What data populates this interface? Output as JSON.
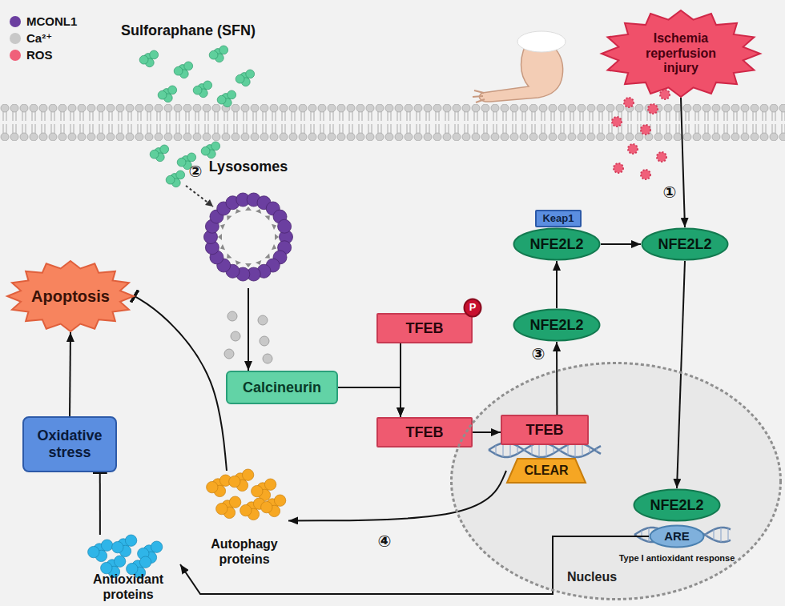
{
  "diagram": {
    "nodes": [
      {
        "text": [
          "Ischemia reperfusion injury"
        ]
      },
      {
        "text": [
          "Lysosomes"
        ]
      },
      {
        "text": [
          "Keap1"
        ]
      },
      {
        "text": [
          "NFE2L2"
        ]
      },
      {
        "text": [
          "NFE2L2"
        ]
      },
      {
        "text": [
          "Apoptosis"
        ]
      },
      {
        "text": [
          "TFEB"
        ]
      },
      {
        "text": [
          "P"
        ]
      },
      {
        "text": [
          "NFE2L2"
        ]
      },
      {
        "text": [
          "Calcineurin"
        ]
      },
      {
        "text": [
          "TFEB"
        ]
      },
      {
        "text": [
          "Oxidative stress"
        ]
      },
      {
        "text": [
          "Nucleus"
        ]
      },
      {
        "text": [
          "TFEB"
        ],
        "in": 12
      },
      {
        "text": [
          "CLEAR"
        ],
        "in": 12
      },
      {
        "text": [
          "NFE2L2"
        ],
        "in": 12
      },
      {
        "text": [
          "ARE"
        ],
        "in": 12
      },
      {
        "text": [
          "Autophagy proteins"
        ]
      },
      {
        "text": [
          "Antioxidant proteins"
        ]
      }
    ],
    "edges": [
      {
        "from": 1,
        "to": 9,
        "arrow": "to"
      },
      {
        "from": 9,
        "to": 10,
        "arrow": "to"
      },
      {
        "from": 6,
        "to": 10,
        "arrow": "to"
      },
      {
        "from": 10,
        "to": 13,
        "arrow": "to"
      },
      {
        "from": 13,
        "to": 8,
        "arrow": "to"
      },
      {
        "from": 8,
        "to": 3,
        "arrow": "to"
      },
      {
        "from": 3,
        "to": 4,
        "arrow": "to"
      },
      {
        "from": 0,
        "to": 4,
        "arrow": "to"
      },
      {
        "from": 4,
        "to": 15,
        "arrow": "to"
      },
      {
        "from": 16,
        "to": 18,
        "arrow": "to"
      },
      {
        "from": 14,
        "to": 17,
        "arrow": "to"
      },
      {
        "from": 17,
        "to": 5,
        "arrow": "to"
      },
      {
        "from": 18,
        "to": 11,
        "arrow": "to"
      },
      {
        "from": 11,
        "to": 5,
        "arrow": "to"
      }
    ],
    "labels": [
      "Sulforaphane (SFN)",
      "①",
      "②",
      "③",
      "④",
      "Type I antioxidant response"
    ],
    "legend": [
      {
        "text": "MCONL1",
        "color": "#6b3fa0"
      },
      {
        "text": "Ca²⁺",
        "color": "#c8c8c8"
      },
      {
        "text": "ROS",
        "color": "#f0607a"
      }
    ]
  }
}
